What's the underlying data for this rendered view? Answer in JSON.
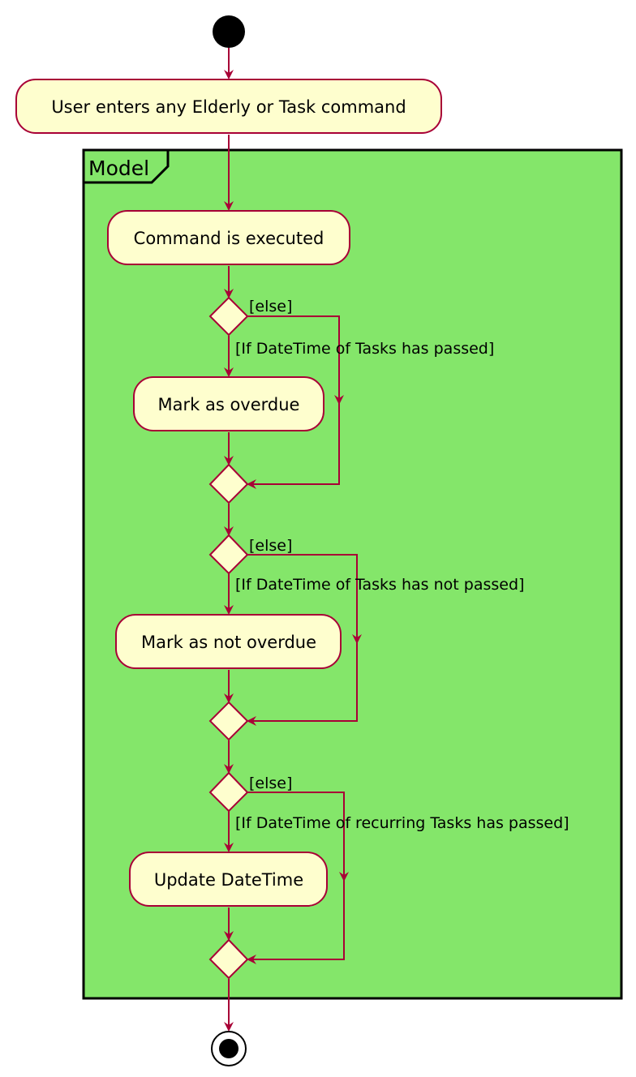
{
  "colors": {
    "background": "#FFFFFF",
    "frame_fill": "#84E66A",
    "frame_border": "#000000",
    "node_fill": "#FEFECE",
    "node_border": "#A80036",
    "arrow": "#A80036",
    "start_fill": "#000000"
  },
  "frame": {
    "title": "Model"
  },
  "nodes": {
    "user_enters": "User enters any Elderly or Task command",
    "command_executed": "Command is executed",
    "mark_overdue": "Mark as overdue",
    "mark_not_overdue": "Mark as not overdue",
    "update_datetime": "Update DateTime"
  },
  "guards": {
    "else_1": "[else]",
    "cond_1": "[If DateTime of Tasks has passed]",
    "else_2": "[else]",
    "cond_2": "[If DateTime of Tasks has not passed]",
    "else_3": "[else]",
    "cond_3": "[If DateTime of recurring Tasks has passed]"
  },
  "shapes": {
    "start": "filled-circle",
    "end": "bullseye-circle",
    "decision": "diamond",
    "merge": "diamond"
  }
}
